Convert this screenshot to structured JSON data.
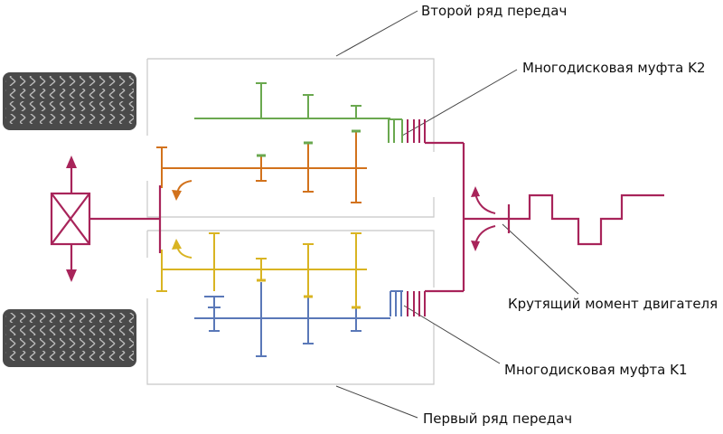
{
  "labels": {
    "second_gear_row": "Второй ряд передач",
    "clutch_k2": "Многодисковая муфта K2",
    "engine_torque": "Крутящий момент двигателя",
    "clutch_k1": "Многодисковая муфта K1",
    "first_gear_row": "Первый ряд передач"
  },
  "colors": {
    "magenta": "#a8245a",
    "green": "#6aa84f",
    "orange": "#d2721c",
    "yellow": "#d9b422",
    "blue": "#5a78b8",
    "box": "#c8c8c8",
    "tire": "#555555"
  }
}
